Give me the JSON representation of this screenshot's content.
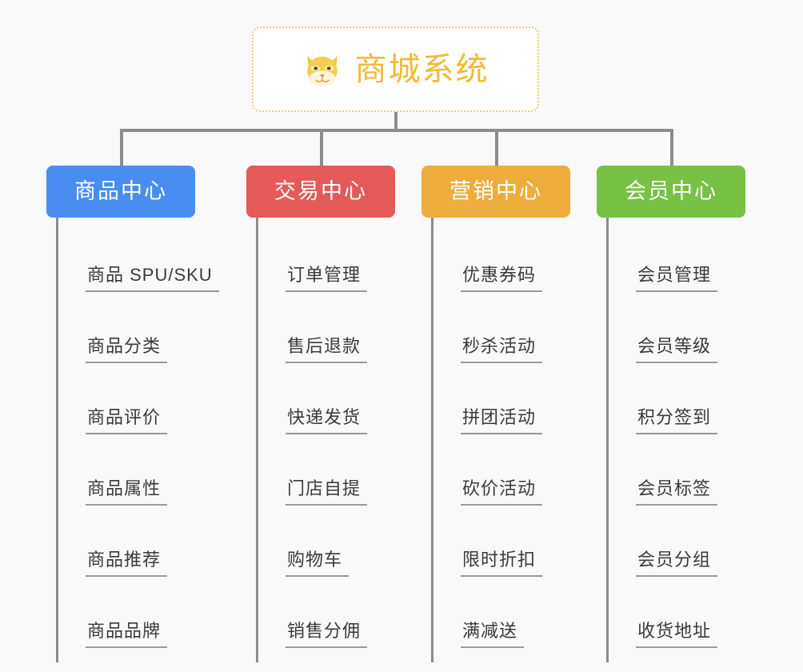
{
  "canvas": {
    "background_color": "#f9f9f9",
    "connector_color": "#8c8c8c"
  },
  "root": {
    "title": "商城系统",
    "icon": "shiba-dog-face-icon",
    "title_color": "#f2b934",
    "border_color": "#f5c97a",
    "fill_color": "#ffffff"
  },
  "columns": [
    {
      "key": "product-center",
      "label": "商品中心",
      "color": "#4a8df0",
      "items": [
        "商品 SPU/SKU",
        "商品分类",
        "商品评价",
        "商品属性",
        "商品推荐",
        "商品品牌"
      ]
    },
    {
      "key": "trade-center",
      "label": "交易中心",
      "color": "#e35a58",
      "items": [
        "订单管理",
        "售后退款",
        "快递发货",
        "门店自提",
        "购物车",
        "销售分佣"
      ]
    },
    {
      "key": "marketing-center",
      "label": "营销中心",
      "color": "#eeac3c",
      "items": [
        "优惠券码",
        "秒杀活动",
        "拼团活动",
        "砍价活动",
        "限时折扣",
        "满减送"
      ]
    },
    {
      "key": "member-center",
      "label": "会员中心",
      "color": "#77c145",
      "items": [
        "会员管理",
        "会员等级",
        "积分签到",
        "会员标签",
        "会员分组",
        "收货地址"
      ]
    }
  ]
}
